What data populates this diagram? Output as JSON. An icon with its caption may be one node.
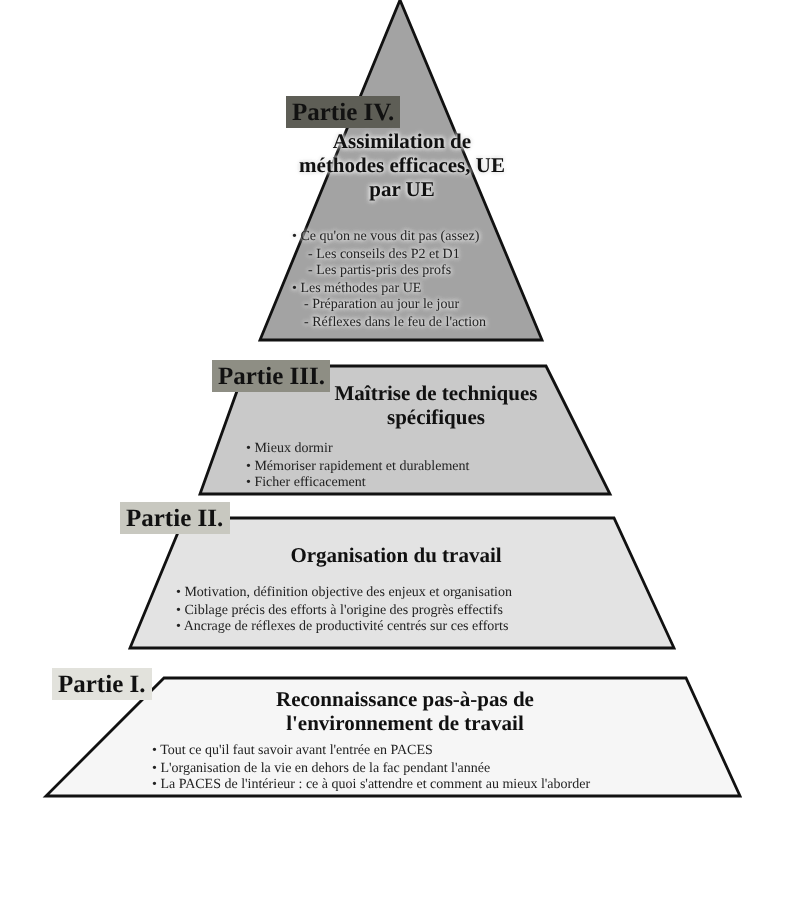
{
  "diagram": {
    "nodes": [
      {
        "text": [
          "Partie IV.",
          "Assimilation de méthodes efficaces, UE par UE",
          "• Ce qu'on ne vous dit pas (assez)",
          "- Les conseils des P2 et D1",
          "- Les partis-pris des profs",
          "• Les méthodes par UE",
          "- Préparation au jour le jour",
          "- Réflexes dans le feu de l'action"
        ]
      },
      {
        "text": [
          "Partie III.",
          "Maîtrise de techniques spécifiques",
          "• Mieux dormir",
          "• Mémoriser rapidement et durablement",
          "• Ficher efficacement"
        ]
      },
      {
        "text": [
          "Partie II.",
          "Organisation du travail",
          "• Motivation, définition objective des enjeux et organisation",
          "• Ciblage précis des efforts à l'origine des progrès effectifs",
          "• Ancrage de réflexes de productivité centrés sur ces efforts"
        ]
      },
      {
        "text": [
          "Partie I.",
          "Reconnaissance pas-à-pas de l'environnement de travail",
          "• Tout ce qu'il faut savoir avant l'entrée en PACES",
          "• L'organisation de la vie en dehors de la fac pendant l'année",
          "• La PACES de l'intérieur : ce à quoi s'attendre et comment au mieux l'aborder"
        ]
      }
    ]
  }
}
